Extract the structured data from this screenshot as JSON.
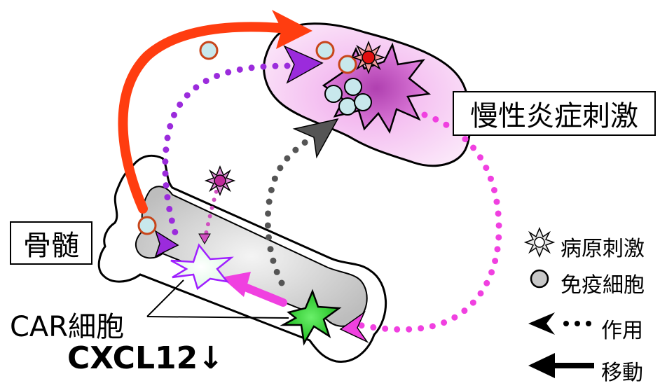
{
  "labels": {
    "chronic_inflammation": "慢性炎症刺激",
    "bone_marrow": "骨髄",
    "car_cell": "CAR細胞",
    "cxcl12": "CXCL12↓"
  },
  "legend": {
    "pathogen": "病原刺激",
    "immune_cell": "免疫細胞",
    "action": "作用",
    "migration": "移動"
  },
  "colors": {
    "migration_arrow": "#ff3d10",
    "immune_cell_fill": "#c8e8ec",
    "immune_cell_edge": "#c8451a",
    "purple_dots": "#9b2bdc",
    "magenta_dots": "#f040e0",
    "gray_dots": "#555555",
    "inflamed_tissue": "#f8d8f4",
    "inflamed_cell": "#e070dc",
    "car_cell_green": "#22cc22",
    "pathogen_red": "#e01010",
    "bone_gray": "#cfcfcf"
  }
}
